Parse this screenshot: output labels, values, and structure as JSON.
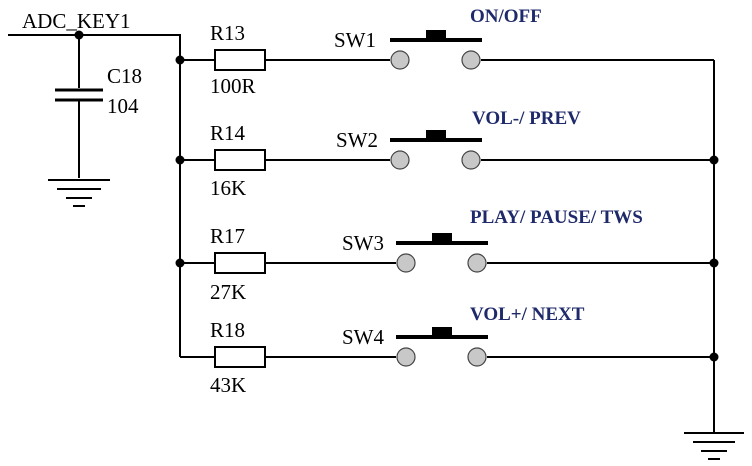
{
  "net_label": "ADC_KEY1",
  "capacitor": {
    "ref": "C18",
    "value": "104"
  },
  "rows": [
    {
      "resistor_ref": "R13",
      "resistor_value": "100R",
      "switch_ref": "SW1",
      "function": "ON/OFF"
    },
    {
      "resistor_ref": "R14",
      "resistor_value": "16K",
      "switch_ref": "SW2",
      "function": "VOL-/ PREV"
    },
    {
      "resistor_ref": "R17",
      "resistor_value": "27K",
      "switch_ref": "SW3",
      "function": "PLAY/ PAUSE/ TWS"
    },
    {
      "resistor_ref": "R18",
      "resistor_value": "43K",
      "switch_ref": "SW4",
      "function": "VOL+/ NEXT"
    }
  ],
  "colors": {
    "function_label": "#1f2a6b",
    "wire": "#000000",
    "switch_pin": "#c8c8c8"
  }
}
